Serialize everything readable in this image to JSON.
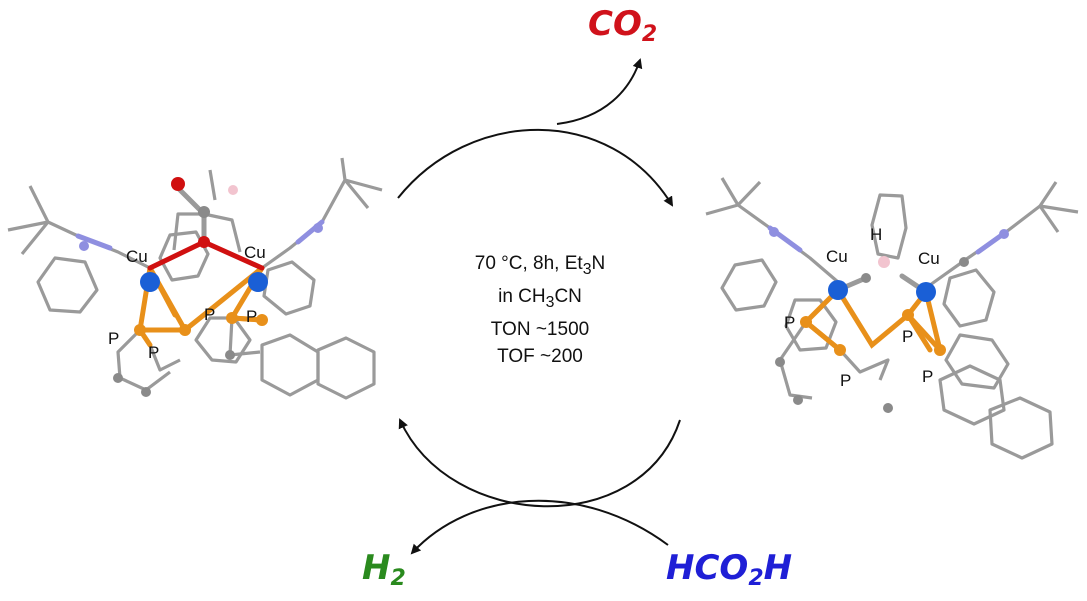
{
  "conditions": {
    "line1_a": "70 °C, 8h, Et",
    "line1_sub": "3",
    "line1_b": "N",
    "line2_a": "in CH",
    "line2_sub": "3",
    "line2_b": "CN",
    "line3": "TON ~1500",
    "line4": "TOF ~200"
  },
  "products": {
    "co2_main": "CO",
    "co2_sub": "2",
    "h2_main": "H",
    "h2_sub": "2",
    "formic_a": "HCO",
    "formic_sub": "2",
    "formic_b": "H"
  },
  "left_complex": {
    "cu_label": "Cu",
    "p_label": "P"
  },
  "right_complex": {
    "cu_label": "Cu",
    "p_label": "P",
    "h_label": "H"
  },
  "colors": {
    "co2": "#d0121b",
    "h2": "#2a8a1e",
    "formic": "#1f1fd6",
    "copper_atom": "#1a5fd6",
    "phosphorus_atom": "#e8901a",
    "oxygen_atom": "#d01010",
    "carbon_atom": "#8a8a8a",
    "nitrogen_atom": "#8f8fe0",
    "hydrogen_atom": "#f2c4cf",
    "bond_gray": "#9a9a9a"
  }
}
